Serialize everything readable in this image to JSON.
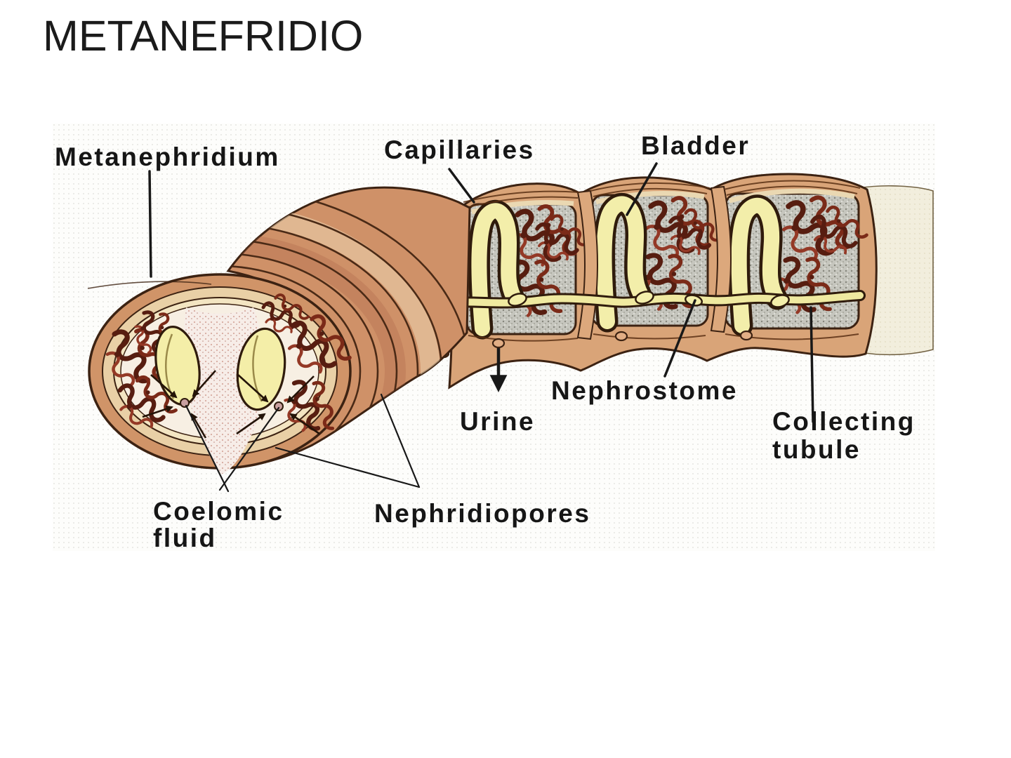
{
  "title": "METANEFRIDIO",
  "figure": {
    "type": "anatomical-diagram",
    "subject": "Metanephridium excretory system in annelid body segments",
    "labels": {
      "metanephridium": "Metanephridium",
      "capillaries": "Capillaries",
      "bladder": "Bladder",
      "urine": "Urine",
      "nephrostome": "Nephrostome",
      "collecting_tubule": [
        "Collecting",
        "tubule"
      ],
      "coelomic_fluid": [
        "Coelomic",
        "fluid"
      ],
      "nephridiopores": "Nephridiopores"
    },
    "palette": {
      "body_tan": "#d49a6e",
      "body_highlight": "#ecd3ae",
      "body_shadow": "#b06a4e",
      "dark_outline": "#3c2212",
      "tubule_yellow": "#f3eeaa",
      "capillary_dark": "#571d10",
      "segment_interior_grey": "#c6c6be",
      "coelom_pink": "#f7ede8",
      "tail_cream": "#f2eedc",
      "label_text": "#161616",
      "background": "#fdfdfb"
    }
  }
}
